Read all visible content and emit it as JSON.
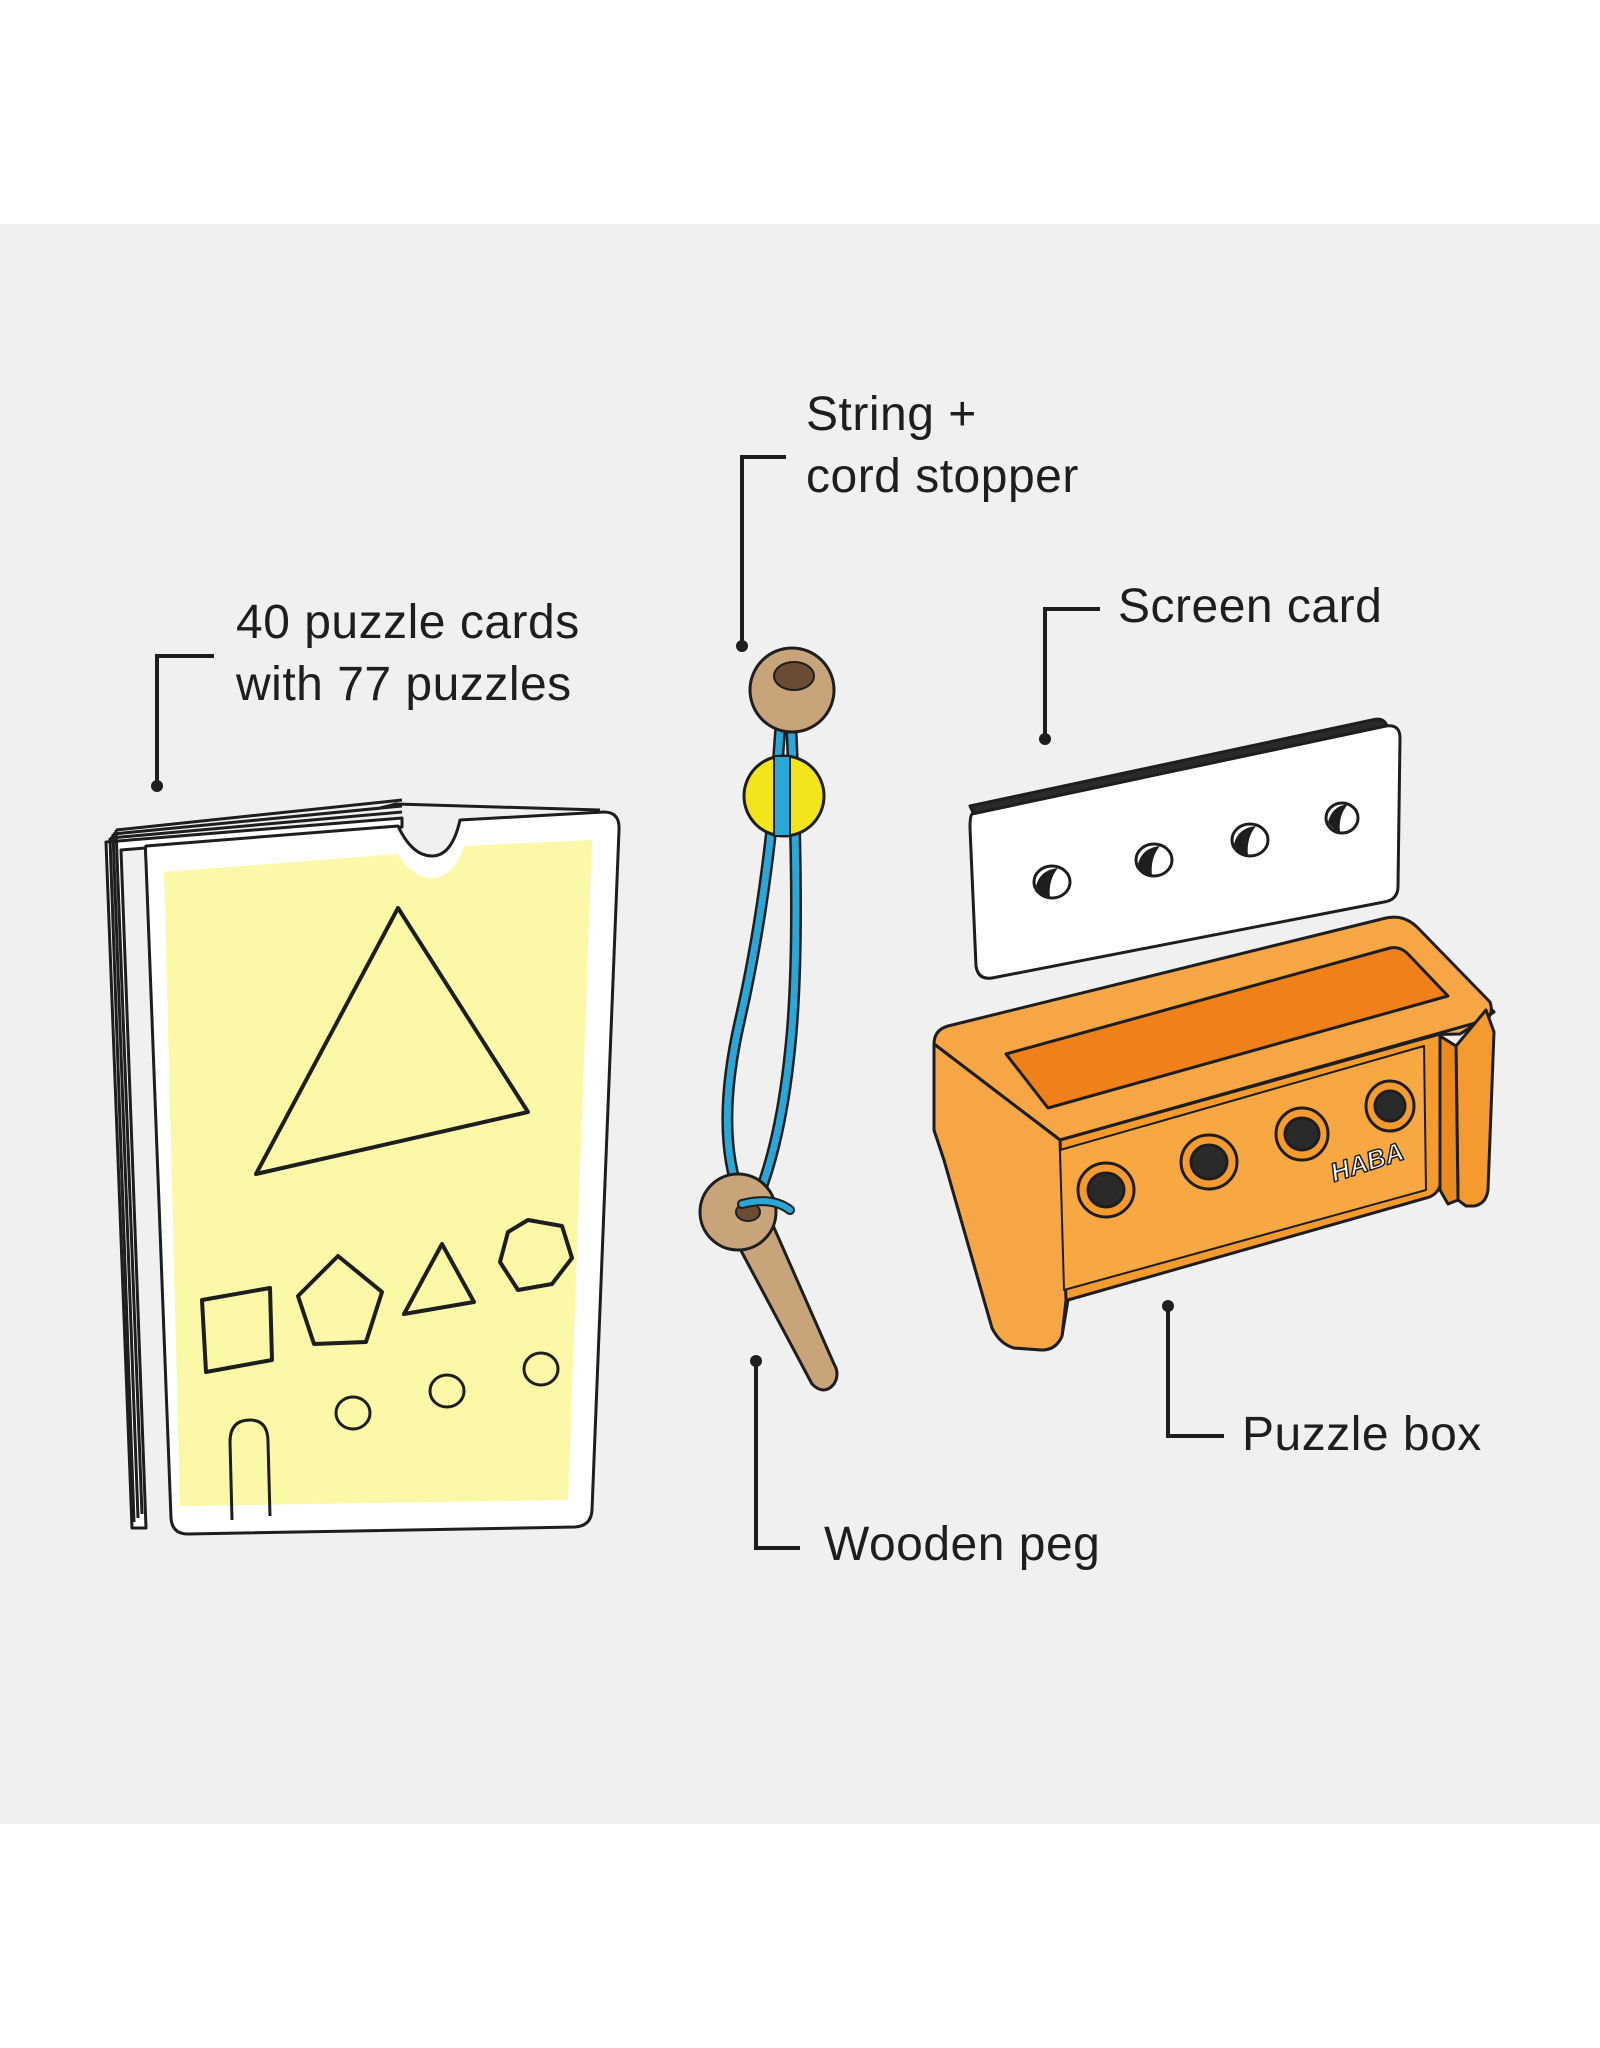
{
  "labels": {
    "string_line1": "String +",
    "string_line2": "cord stopper",
    "cards_line1": "40 puzzle cards",
    "cards_line2": "with 77 puzzles",
    "screen": "Screen card",
    "box": "Puzzle box",
    "peg": "Wooden peg"
  },
  "logo": "HABA",
  "colors": {
    "panel": "#f0f0f0",
    "card_fill": "#fbf8a7",
    "cord": "#2aa7d6",
    "bead_yellow": "#f4e41c",
    "wood": "#c8a47a",
    "box_orange": "#f59a2e",
    "box_inner": "#f0801a",
    "stroke": "#1e1e1e"
  },
  "icons": [
    "puzzle-cards-icon",
    "string-cord-stopper-icon",
    "wooden-peg-icon",
    "screen-card-icon",
    "puzzle-box-icon"
  ]
}
